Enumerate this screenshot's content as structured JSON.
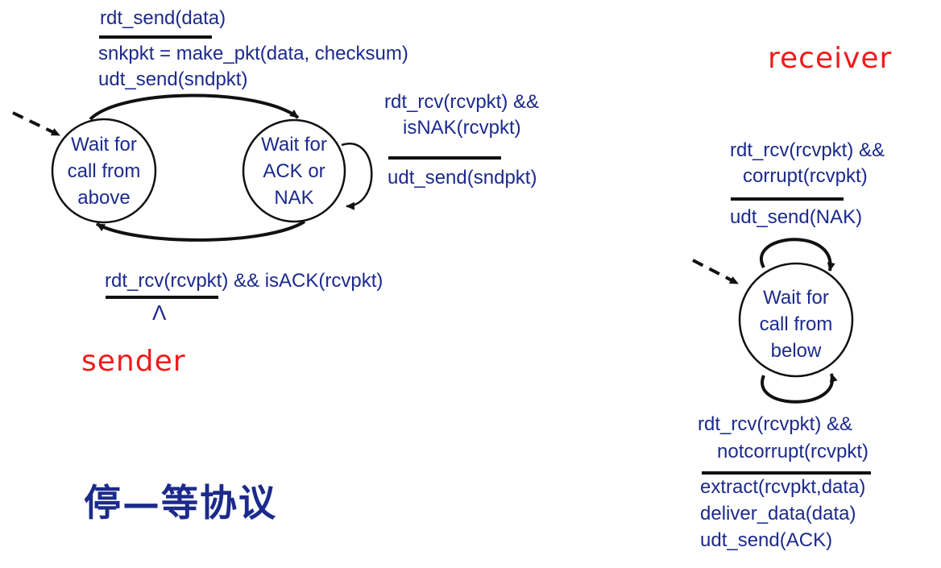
{
  "title": "停—等协议",
  "sender": {
    "label": "sender",
    "states": {
      "wait_call_above": "Wait for\ncall from\nabove",
      "wait_ack_nak": "Wait for\nACK or\nNAK"
    },
    "transitions": {
      "send": {
        "event": "rdt_send(data)",
        "actions": [
          "snkpkt = make_pkt(data, checksum)",
          "udt_send(sndpkt)"
        ]
      },
      "nak": {
        "event_lines": [
          "rdt_rcv(rcvpkt) &&",
          "isNAK(rcvpkt)"
        ],
        "action": "udt_send(sndpkt)"
      },
      "ack": {
        "event": "rdt_rcv(rcvpkt) && isACK(rcvpkt)",
        "action": "Λ"
      }
    }
  },
  "receiver": {
    "label": "receiver",
    "states": {
      "wait_call_below": "Wait for\ncall from\nbelow"
    },
    "transitions": {
      "corrupt": {
        "event_lines": [
          "rdt_rcv(rcvpkt) &&",
          "corrupt(rcvpkt)"
        ],
        "action": "udt_send(NAK)"
      },
      "notcorrupt": {
        "event_lines": [
          "rdt_rcv(rcvpkt) &&",
          "notcorrupt(rcvpkt)"
        ],
        "actions": [
          "extract(rcvpkt,data)",
          "deliver_data(data)",
          "udt_send(ACK)"
        ]
      }
    }
  },
  "colors": {
    "text": "#1c2a8c",
    "role": "#ee1c1c",
    "line": "#111111"
  }
}
